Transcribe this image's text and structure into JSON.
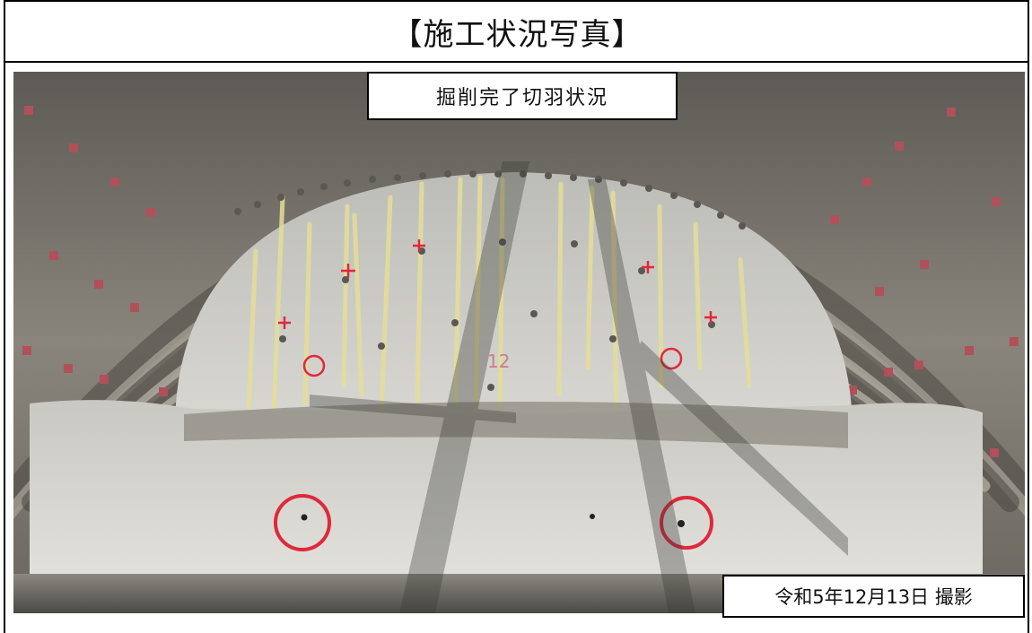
{
  "header": {
    "title": "【施工状況写真】"
  },
  "photo": {
    "caption": "掘削完了切羽状況",
    "date_label": "令和5年12月13日 撮影",
    "painted_number": "12"
  },
  "colors": {
    "frame": "#000000",
    "rock": "#8c877d",
    "shotcrete_face": "#cfcfca",
    "marking_red": "#e0283c",
    "grout_yellow": "#e8e39a"
  }
}
